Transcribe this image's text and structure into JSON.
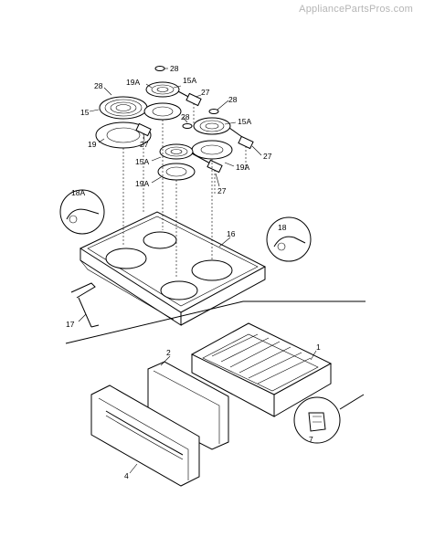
{
  "watermark": "AppliancePartsPros.com",
  "callouts": {
    "c1": "1",
    "c2": "2",
    "c4": "4",
    "c7": "7",
    "c15": "15",
    "c15a_top": "15A",
    "c15a_right": "15A",
    "c15a_front": "15A",
    "c16": "16",
    "c17": "17",
    "c18": "18",
    "c18a": "18A",
    "c19": "19",
    "c19a_top": "19A",
    "c19a_right": "19A",
    "c19a_front": "19A",
    "c27_top": "27",
    "c27_left": "27",
    "c27_right": "27",
    "c27_front": "27",
    "c28_a": "28",
    "c28_b": "28",
    "c28_c": "28",
    "c28_d": "28"
  }
}
